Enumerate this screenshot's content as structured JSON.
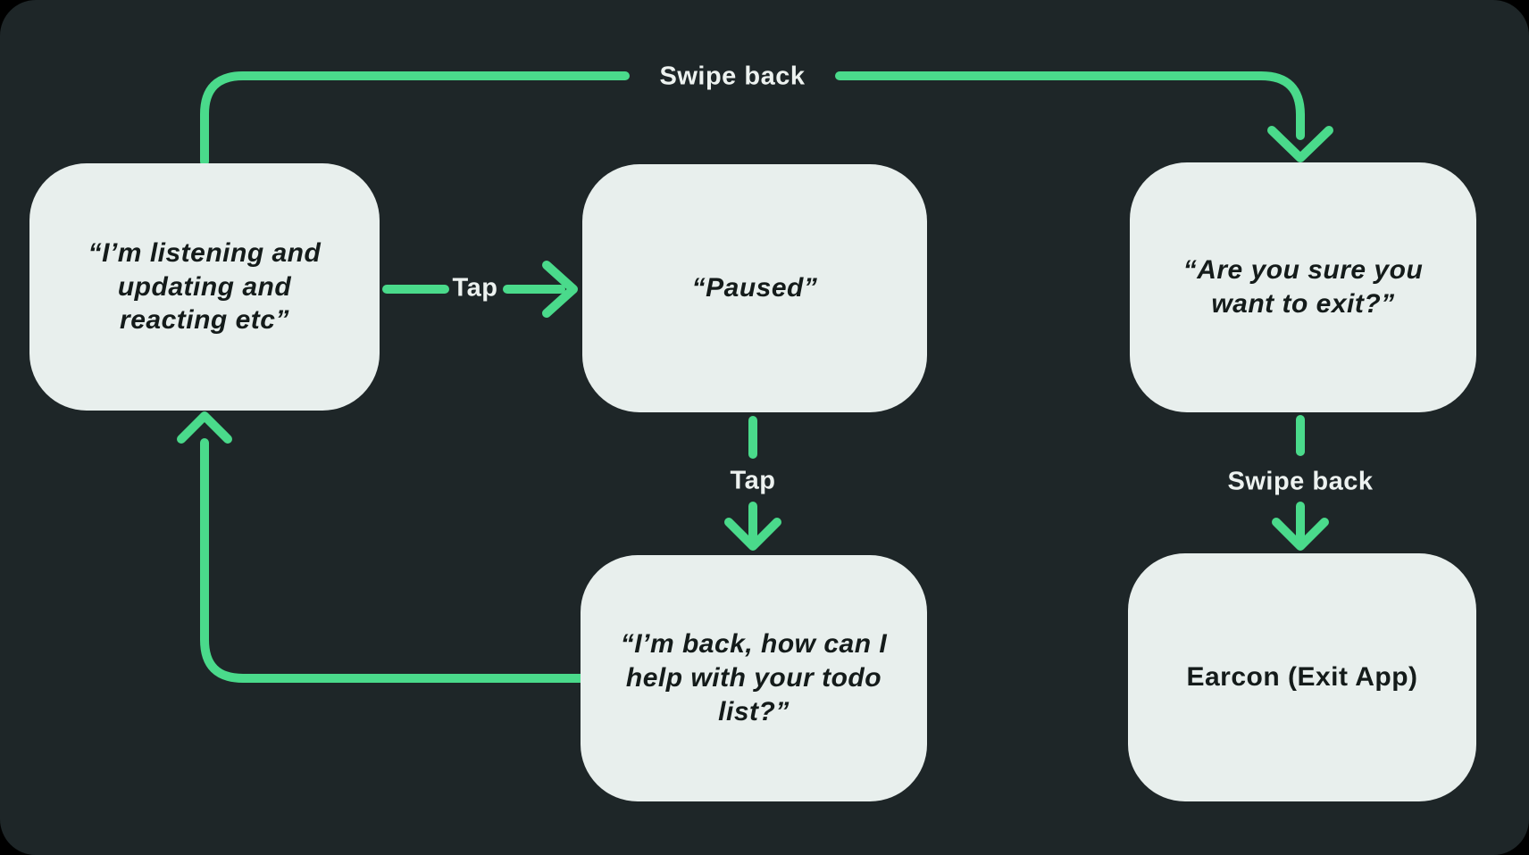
{
  "diagram": {
    "title": "voice-assistant app state flow",
    "colors": {
      "page_background": "#000000",
      "panel_background": "#1e2628",
      "node_fill": "#e8efed",
      "node_text": "#141b1a",
      "accent_green": "#4ada8b",
      "edge_label_text": "#edf2f0"
    },
    "nodes": {
      "listening": {
        "text": "“I’m listening and updating and reacting etc”"
      },
      "paused": {
        "text": "“Paused”"
      },
      "exit_confirm": {
        "text": "“Are you sure you want to exit?”"
      },
      "back": {
        "text": "“I’m back, how can I help with your todo list?”"
      },
      "earcon": {
        "text": "Earcon (Exit App)"
      }
    },
    "edge_labels": {
      "swipe_back_top": "Swipe back",
      "tap_horizontal": "Tap",
      "tap_vertical": "Tap",
      "swipe_back_right": "Swipe back"
    },
    "edges": [
      {
        "from": "listening",
        "to": "exit_confirm",
        "label": "Swipe back"
      },
      {
        "from": "listening",
        "to": "paused",
        "label": "Tap"
      },
      {
        "from": "paused",
        "to": "back",
        "label": "Tap"
      },
      {
        "from": "exit_confirm",
        "to": "earcon",
        "label": "Swipe back"
      },
      {
        "from": "back",
        "to": "listening",
        "label": ""
      }
    ]
  }
}
